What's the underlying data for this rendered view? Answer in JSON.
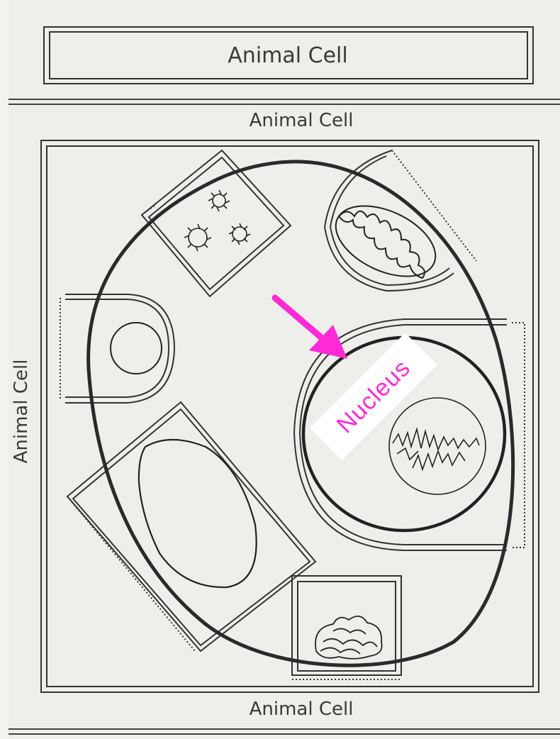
{
  "worksheet": {
    "title": "Animal Cell",
    "top_label": "Animal Cell",
    "left_label": "Animal Cell",
    "bottom_label": "Animal Cell"
  },
  "annotation": {
    "label": "Nucleus",
    "color": "#ff2bd6"
  },
  "icons": [
    "arrow-icon",
    "vacuole-icon",
    "mitochondrion-icon",
    "lysosome-icon",
    "golgi-icon",
    "nucleolus-icon",
    "ribosome-icon"
  ]
}
